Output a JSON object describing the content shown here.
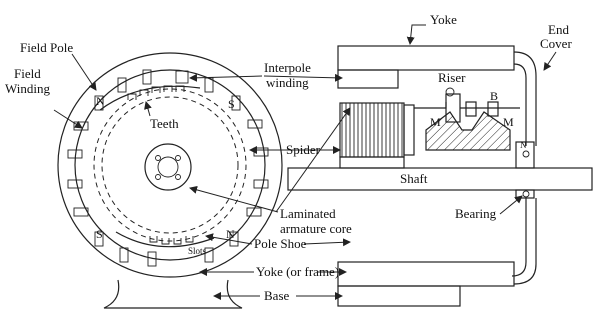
{
  "labels": {
    "yoke_top": "Yoke",
    "end_cover_1": "End",
    "end_cover_2": "Cover",
    "field_pole": "Field Pole",
    "field_winding_1": "Field",
    "field_winding_2": "Winding",
    "interpole_1": "Interpole",
    "interpole_2": "winding",
    "riser": "Riser",
    "b": "B",
    "m_left": "M",
    "m_right": "M",
    "n_right": "N",
    "teeth": "Teeth",
    "spider": "Spider",
    "shaft": "Shaft",
    "bearing": "Bearing",
    "arm_core_1": "Laminated",
    "arm_core_2": "armature core",
    "pole_shoe": "Pole Shoe",
    "slots": "Slots",
    "yoke_frame": "Yoke (or frame)",
    "base": "Base",
    "pole_n_top": "N",
    "pole_s_top": "S",
    "pole_s_bottom": "S",
    "pole_n_bottom": "N"
  }
}
